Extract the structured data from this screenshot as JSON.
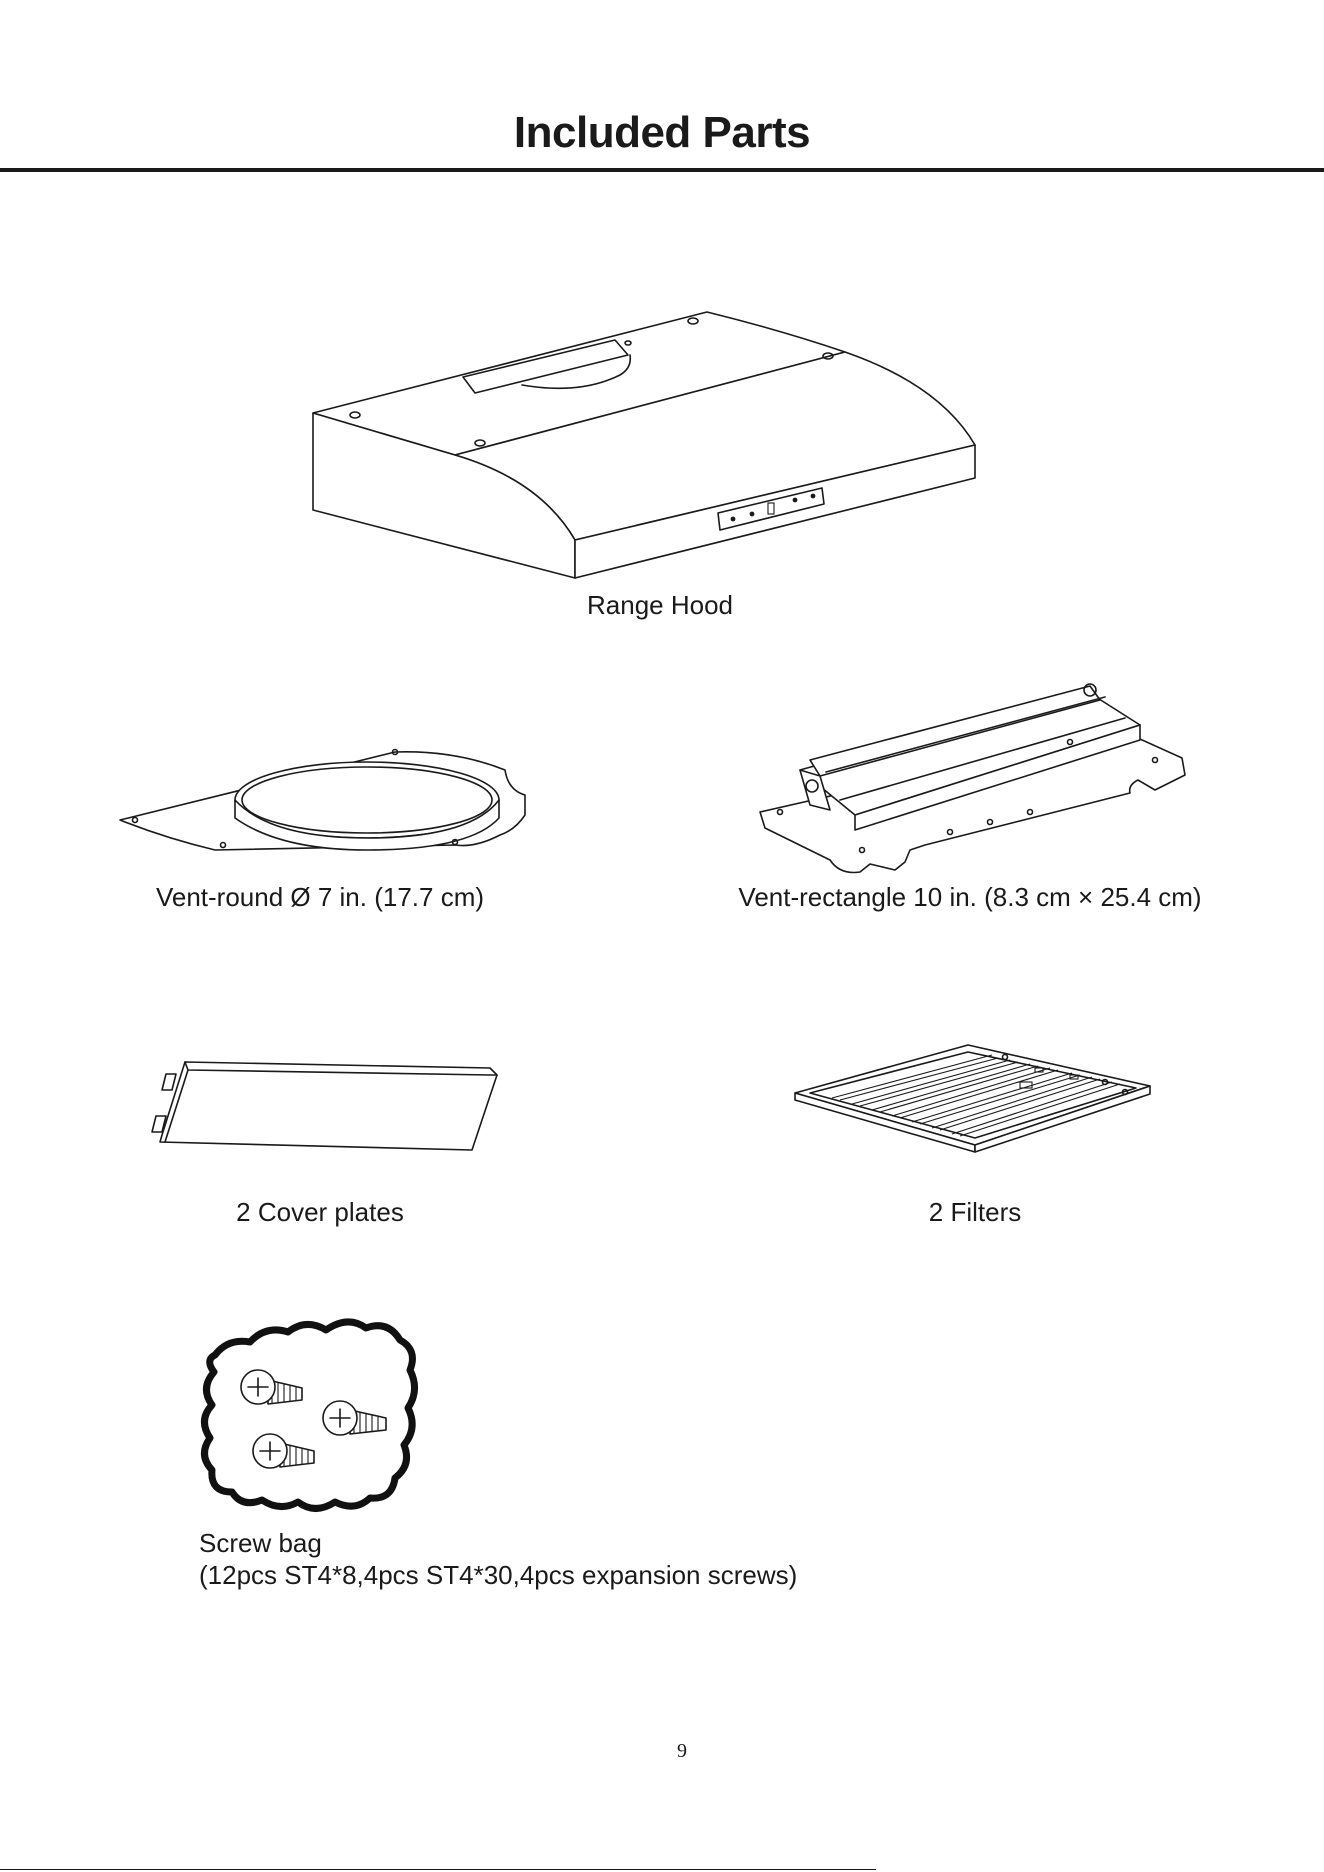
{
  "page": {
    "title": "Included Parts",
    "page_number": "9"
  },
  "parts": {
    "range_hood": {
      "label": "Range Hood",
      "icon": "range-hood-illustration"
    },
    "vent_round": {
      "label": "Vent-round Ø 7 in. (17.7 cm)",
      "icon": "vent-round-illustration"
    },
    "vent_rectangle": {
      "label": "Vent-rectangle 10 in. (8.3 cm × 25.4 cm)",
      "icon": "vent-rectangle-illustration"
    },
    "cover_plates": {
      "label": "2 Cover plates",
      "icon": "cover-plate-illustration"
    },
    "filters": {
      "label": "2 Filters",
      "icon": "filter-illustration"
    },
    "screw_bag": {
      "label_line1": "Screw bag",
      "label_line2": "(12pcs ST4*8,4pcs ST4*30,4pcs expansion screws)",
      "icon": "screw-bag-illustration"
    }
  }
}
